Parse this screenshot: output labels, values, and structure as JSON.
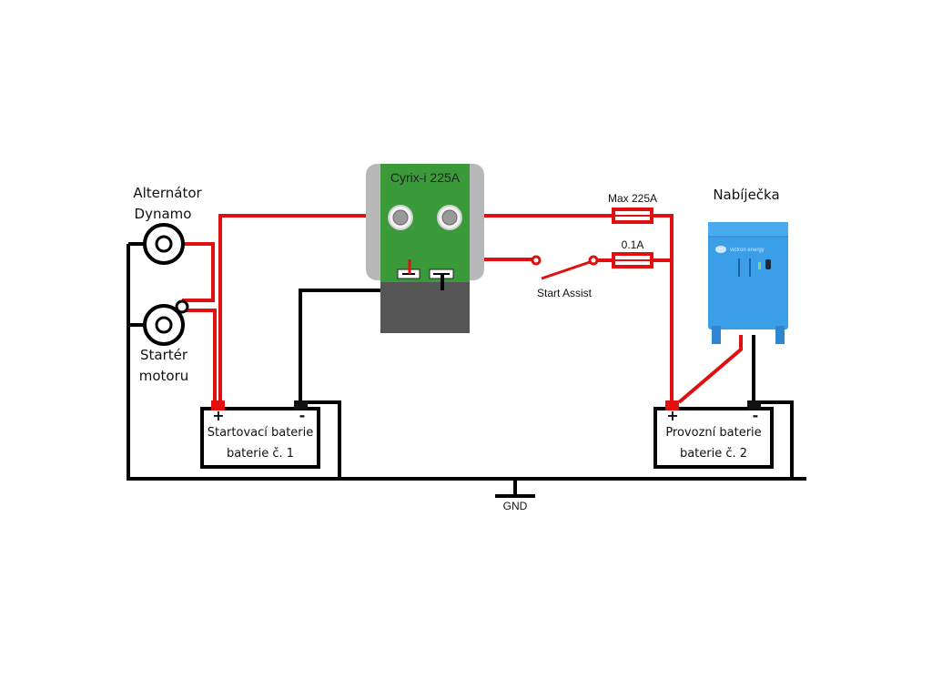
{
  "diagram": {
    "title": "Cyrix-i 225A battery combiner wiring",
    "colors": {
      "positive_wire": "#e01010",
      "negative_wire": "#000000",
      "cyrix_body": "#3a9a3a",
      "cyrix_housing": "#b8b8b8",
      "cyrix_base": "#555555",
      "charger_body": "#3a9ee8"
    },
    "components": {
      "alternator": {
        "label_line1": "Alternátor",
        "label_line2": "Dynamo"
      },
      "starter": {
        "label_line1": "Startér",
        "label_line2": "motoru"
      },
      "cyrix": {
        "label": "Cyrix-i 225A"
      },
      "fuse_main": {
        "label": "Max 225A"
      },
      "fuse_small": {
        "label": "0.1A"
      },
      "switch": {
        "label": "Start Assist"
      },
      "charger": {
        "label": "Nabíječka",
        "brand": "victron energy"
      },
      "battery1": {
        "line1": "Startovací baterie",
        "line2": "baterie č. 1",
        "plus": "+",
        "minus": "-"
      },
      "battery2": {
        "line1": "Provozní baterie",
        "line2": "baterie č. 2",
        "plus": "+",
        "minus": "-"
      },
      "ground": {
        "label": "GND"
      }
    }
  }
}
